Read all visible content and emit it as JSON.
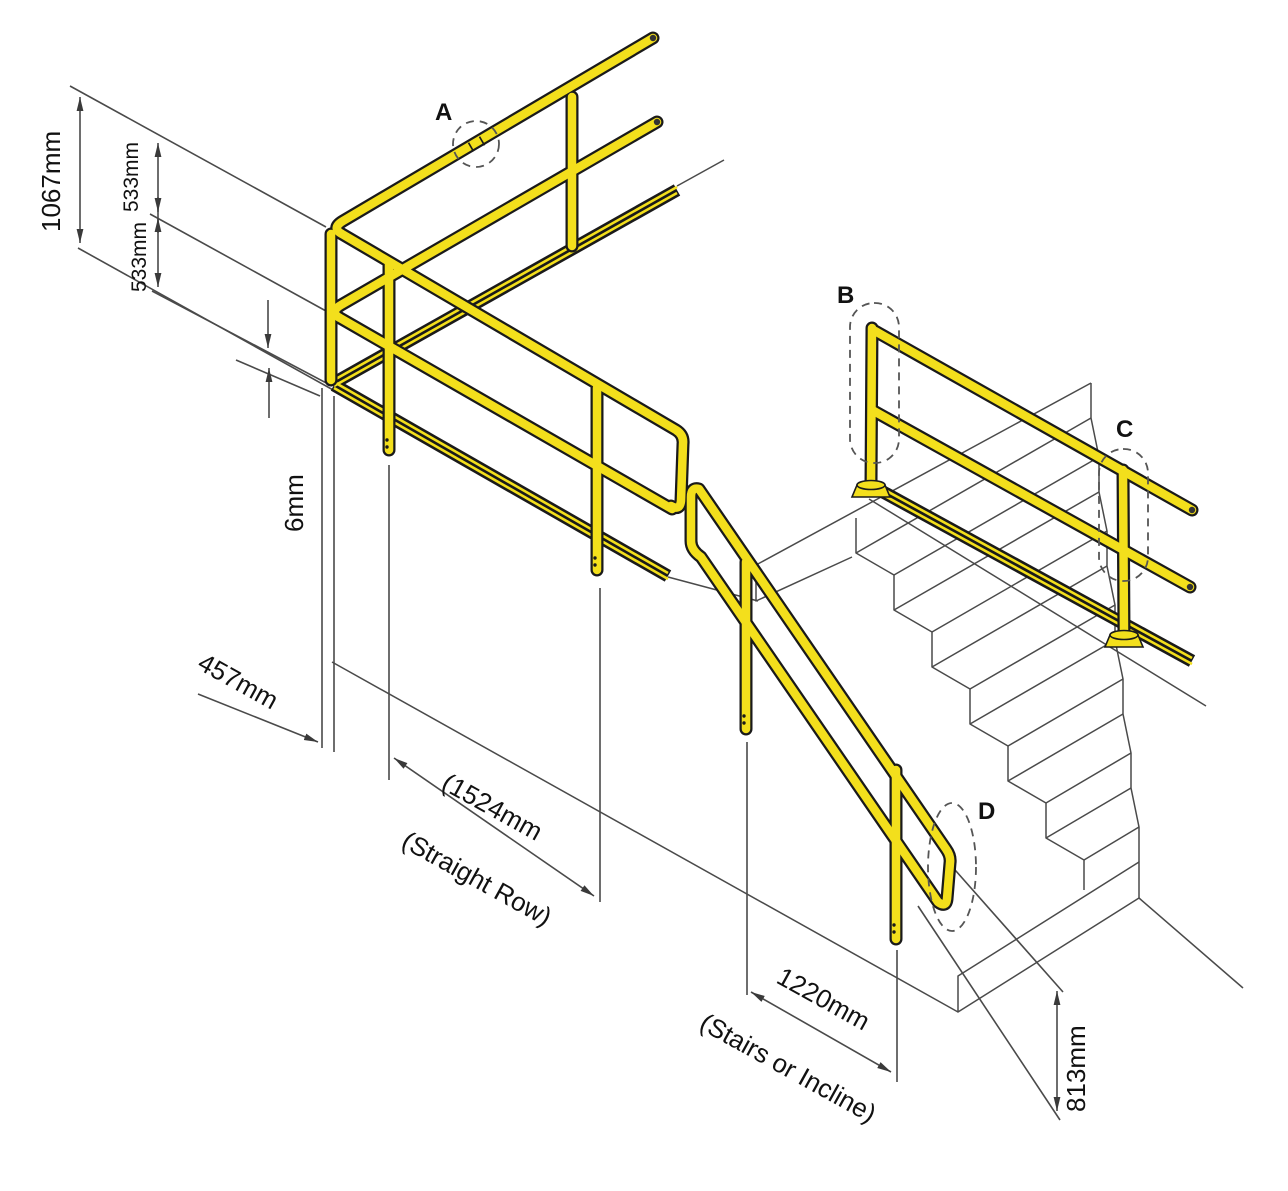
{
  "diagram": {
    "dimensions": {
      "overall_height": "1067mm",
      "top_rail_to_mid_rail": "533mm",
      "mid_rail_to_toe_board": "533mm",
      "toe_board_gap": "6mm",
      "post_spacing_corner": "457mm",
      "post_spacing_straight": "(1524mm",
      "post_spacing_straight_note": "(Straight Row)",
      "post_spacing_stairs": "1220mm",
      "post_spacing_stairs_note": "(Stairs or Incline)",
      "stair_rail_height": "813mm"
    },
    "callouts": {
      "a": "A",
      "b": "B",
      "c": "C",
      "d": "D"
    },
    "colors": {
      "rail_yellow": "#F3DF1C",
      "rail_outline": "#1A1A1A",
      "line_gray": "#4A4A4A",
      "text_black": "#111111"
    }
  }
}
